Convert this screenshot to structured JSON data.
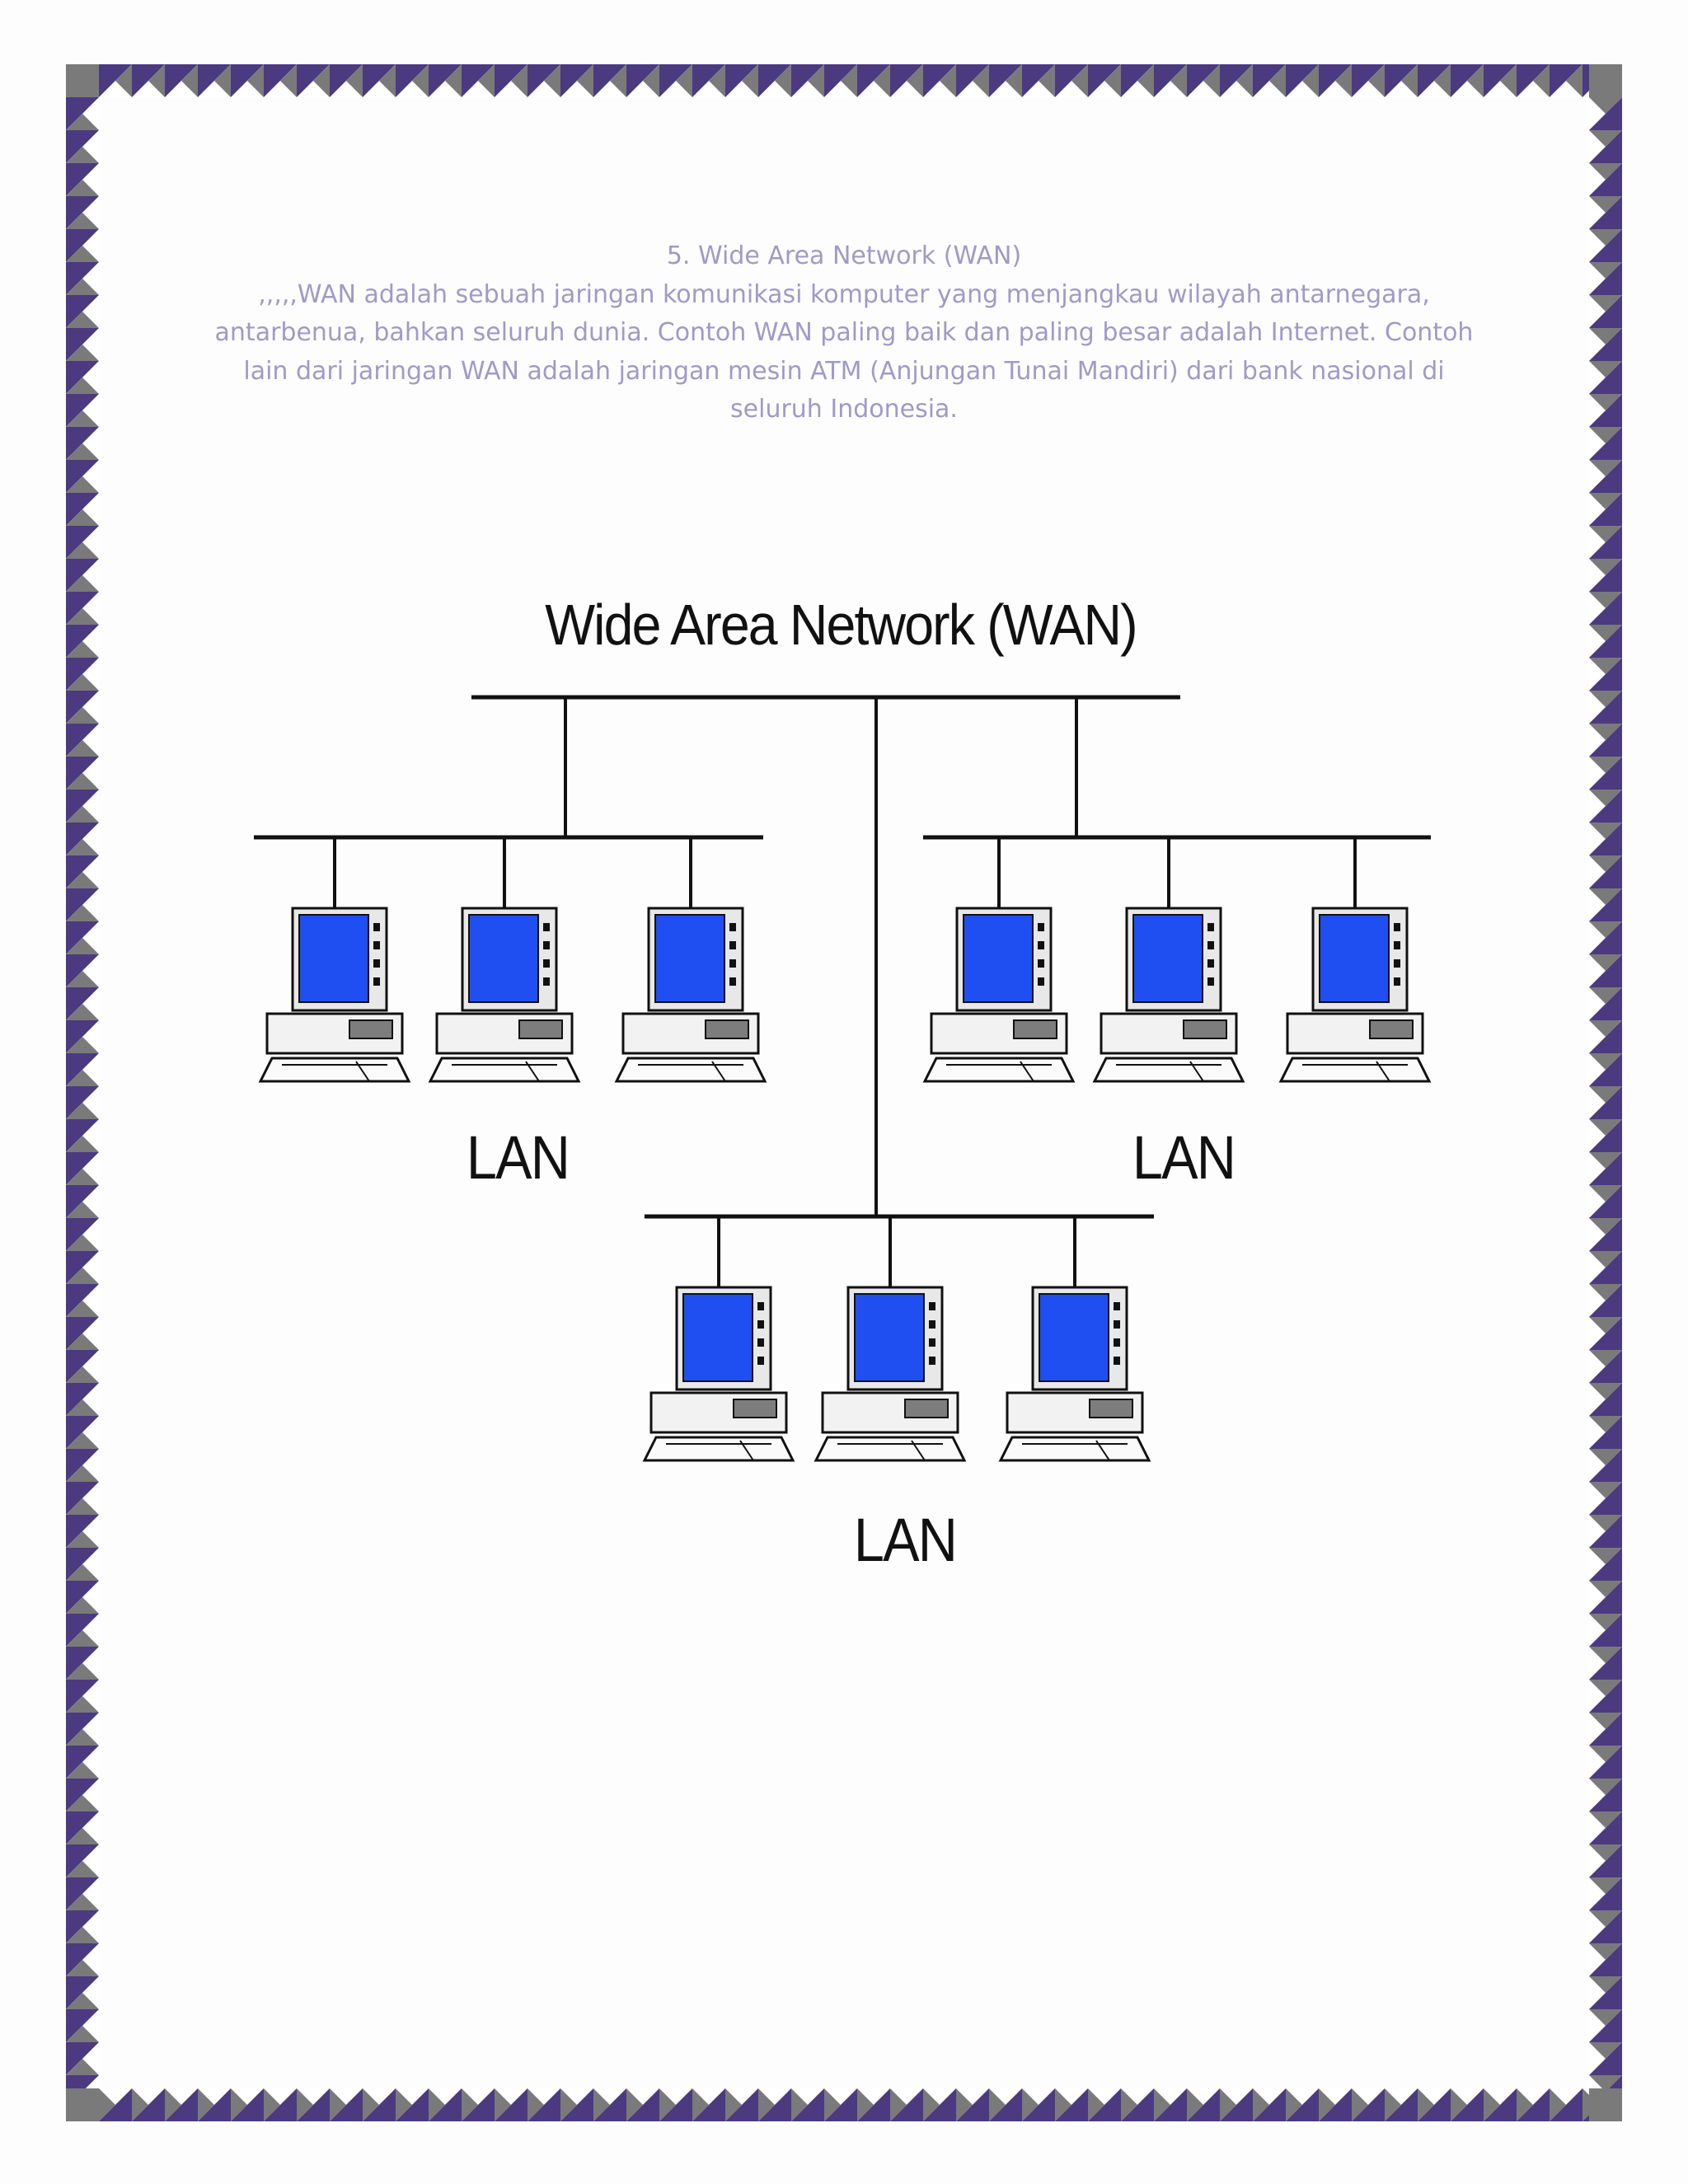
{
  "document": {
    "heading": "5. Wide Area Network (WAN)",
    "paragraph_lines": [
      ",,,,,WAN adalah sebuah jaringan komunikasi komputer  yang menjangkau wilayah antarnegara,",
      "antarbenua, bahkan seluruh dunia. Contoh WAN paling baik dan paling besar adalah Internet.  Contoh",
      "lain dari jaringan WAN adalah jaringan mesin ATM (Anjungan Tunai Mandiri) dari bank nasional di",
      "seluruh Indonesia."
    ],
    "text_color": "#a09ac7"
  },
  "diagram": {
    "title": "Wide Area Network (WAN)",
    "lans": [
      {
        "label": "LAN",
        "computers": 3
      },
      {
        "label": "LAN",
        "computers": 3
      },
      {
        "label": "LAN",
        "computers": 3
      }
    ],
    "screen_color": "#1f4ff0"
  },
  "border": {
    "colors": [
      "#4b3a80",
      "#7a7a7a",
      "#c9c9d6",
      "#ffffff"
    ]
  }
}
